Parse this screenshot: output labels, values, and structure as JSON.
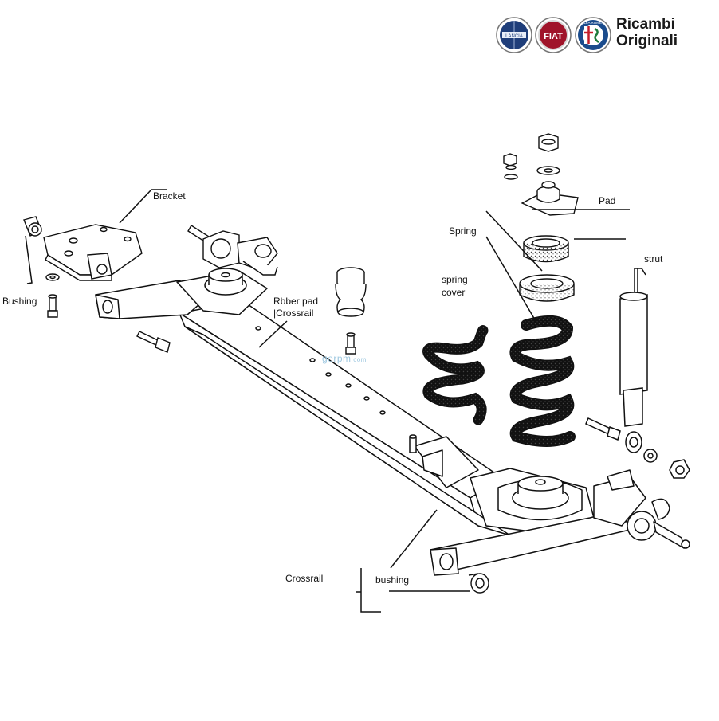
{
  "brand": {
    "line1": "Ricambi",
    "line2": "Originali",
    "logos": [
      {
        "name": "lancia-logo",
        "text": "LANCIA",
        "color": "#1f3e7a"
      },
      {
        "name": "fiat-logo",
        "text": "FIAT",
        "color": "#a0142a"
      },
      {
        "name": "alfa-romeo-logo",
        "text": "ALFA ROMEO",
        "color": "#1a4b8c"
      }
    ]
  },
  "watermark": {
    "main": "gerpm",
    "suffix": ".com"
  },
  "labels": {
    "bracket": "Bracket",
    "bushing_left": "Bushing",
    "rubber_pad_line1": "Rbber pad",
    "rubber_pad_line2": "|Crossrail",
    "spring": "Spring",
    "spring_cover_line1": "spring",
    "spring_cover_line2": "cover",
    "pad": "Pad",
    "strut": "strut",
    "crossrail": "Crossrail",
    "bushing_right": "bushing"
  }
}
